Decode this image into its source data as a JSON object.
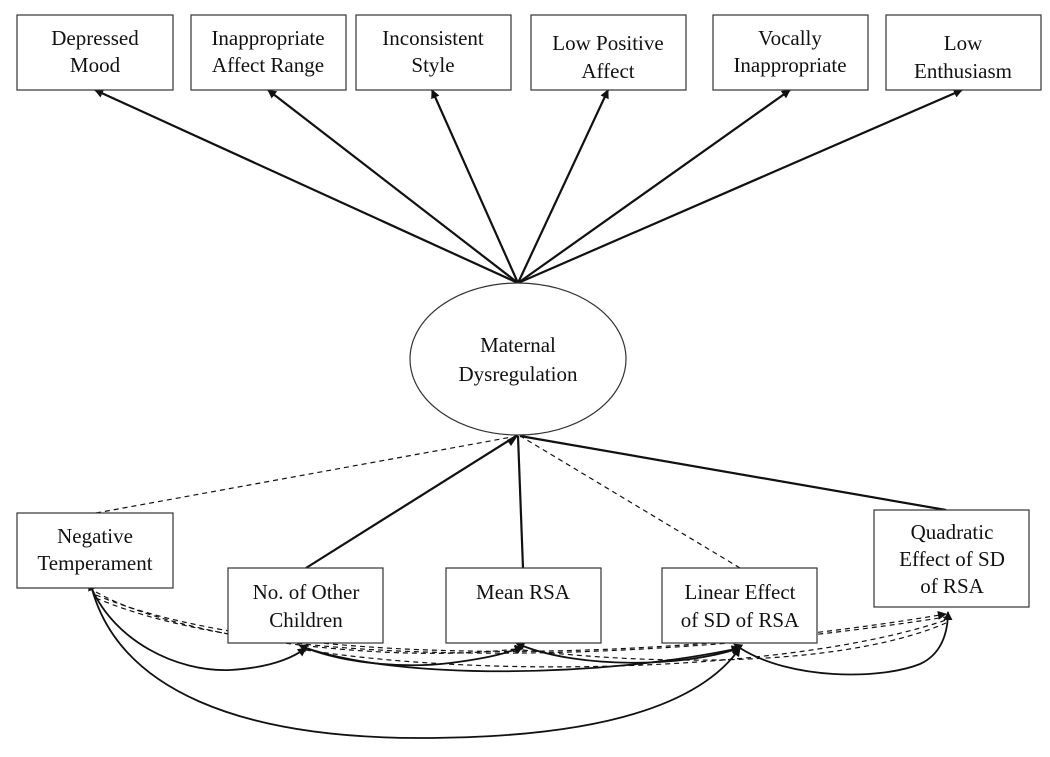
{
  "indicators": [
    {
      "id": "depressed-mood",
      "lines": [
        "Depressed",
        "Mood"
      ]
    },
    {
      "id": "inappropriate-affect-range",
      "lines": [
        "Inappropriate",
        "Affect Range"
      ]
    },
    {
      "id": "inconsistent-style",
      "lines": [
        "Inconsistent",
        "Style"
      ]
    },
    {
      "id": "low-positive-affect",
      "lines": [
        "Low Positive",
        "Affect"
      ]
    },
    {
      "id": "vocally-inappropriate",
      "lines": [
        "Vocally",
        "Inappropriate"
      ]
    },
    {
      "id": "low-enthusiasm",
      "lines": [
        "Low",
        "Enthusiasm"
      ]
    }
  ],
  "latent": {
    "id": "maternal-dysregulation",
    "lines": [
      "Maternal",
      "Dysregulation"
    ]
  },
  "predictors": [
    {
      "id": "negative-temperament",
      "lines": [
        "Negative",
        "Temperament"
      ],
      "path": "dashed"
    },
    {
      "id": "no-of-other-children",
      "lines": [
        "No. of Other",
        "Children"
      ],
      "path": "solid"
    },
    {
      "id": "mean-rsa",
      "lines": [
        "Mean RSA"
      ],
      "path": "solid"
    },
    {
      "id": "linear-effect-sd-rsa",
      "lines": [
        "Linear Effect",
        "of SD of RSA"
      ],
      "path": "dashed"
    },
    {
      "id": "quadratic-effect-sd-rsa",
      "lines": [
        "Quadratic",
        "Effect of SD",
        "of RSA"
      ],
      "path": "solid"
    }
  ]
}
